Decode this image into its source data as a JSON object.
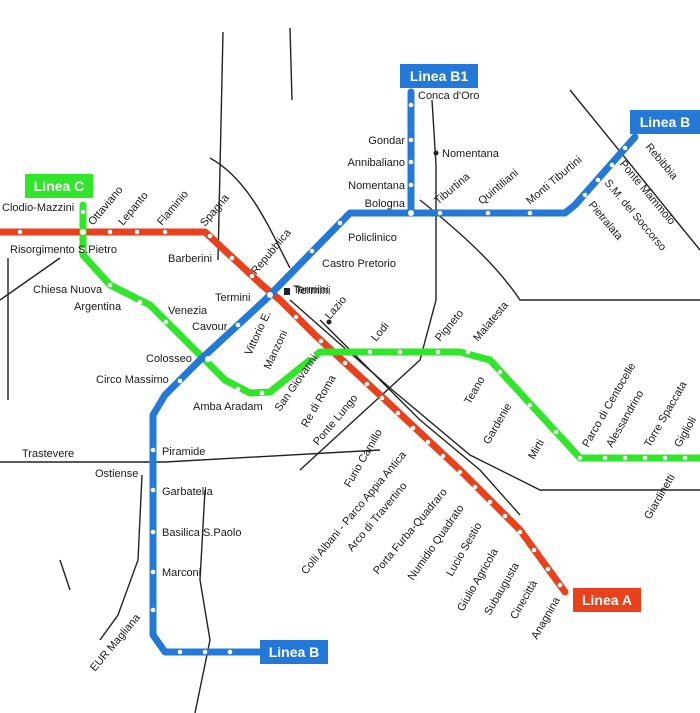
{
  "lines": {
    "A": {
      "name": "Linea A",
      "color": "#e8411c"
    },
    "B": {
      "name": "Linea B",
      "color": "#2579d6"
    },
    "B1": {
      "name": "Linea B1",
      "color": "#2579d6"
    },
    "C": {
      "name": "Linea C",
      "color": "#31e52a"
    }
  },
  "line_badges": [
    "Linea B1",
    "Linea B",
    "Linea C",
    "Linea A",
    "Linea B"
  ],
  "stations": {
    "line_a": [
      "Ottaviano",
      "Lepanto",
      "Flaminio",
      "Spagna",
      "Barberini",
      "Repubblica",
      "Termini",
      "Vittorio E.",
      "Manzoni",
      "San Giovanni",
      "Re di Roma",
      "Ponte Lungo",
      "Furio Camillo",
      "Colli Albani - Parco Appia Antica",
      "Arco di Travertino",
      "Porta Furba-Quadraro",
      "Numidio Quadrato",
      "Lucio Sestio",
      "Giulio Agricola",
      "Subaugusta",
      "Cinecittà",
      "Anagnina"
    ],
    "line_b": [
      "Policlinico",
      "Castro Pretorio",
      "Termini",
      "Cavour",
      "Colosseo",
      "Circo Massimo",
      "Piramide",
      "Garbatella",
      "Basilica S.Paolo",
      "Marconi",
      "EUR Magliana",
      "Tiburtina",
      "Quintiliani",
      "Monti Tiburtini",
      "Pietralata",
      "S.M. del Soccorso",
      "Ponte Mammolo",
      "Rebibbia"
    ],
    "line_b1": [
      "Conca d'Oro",
      "Gondar",
      "Annibaliano",
      "Nomentana",
      "Bologna"
    ],
    "line_c": [
      "Clodio-Mazzini",
      "Risorgimento S.Pietro",
      "Chiesa Nuova",
      "Argentina",
      "Venezia",
      "Amba Aradam",
      "Lodi",
      "Pigneto",
      "Malatesta",
      "Teano",
      "Gardenie",
      "Mirti",
      "Parco di Centocelle",
      "Alessandrino",
      "Torre Spaccata",
      "Giglioli",
      "Giardinetti"
    ],
    "rail": [
      "Nomentana",
      "Termini",
      "Lazio",
      "Trastevere",
      "Ostiense"
    ]
  }
}
